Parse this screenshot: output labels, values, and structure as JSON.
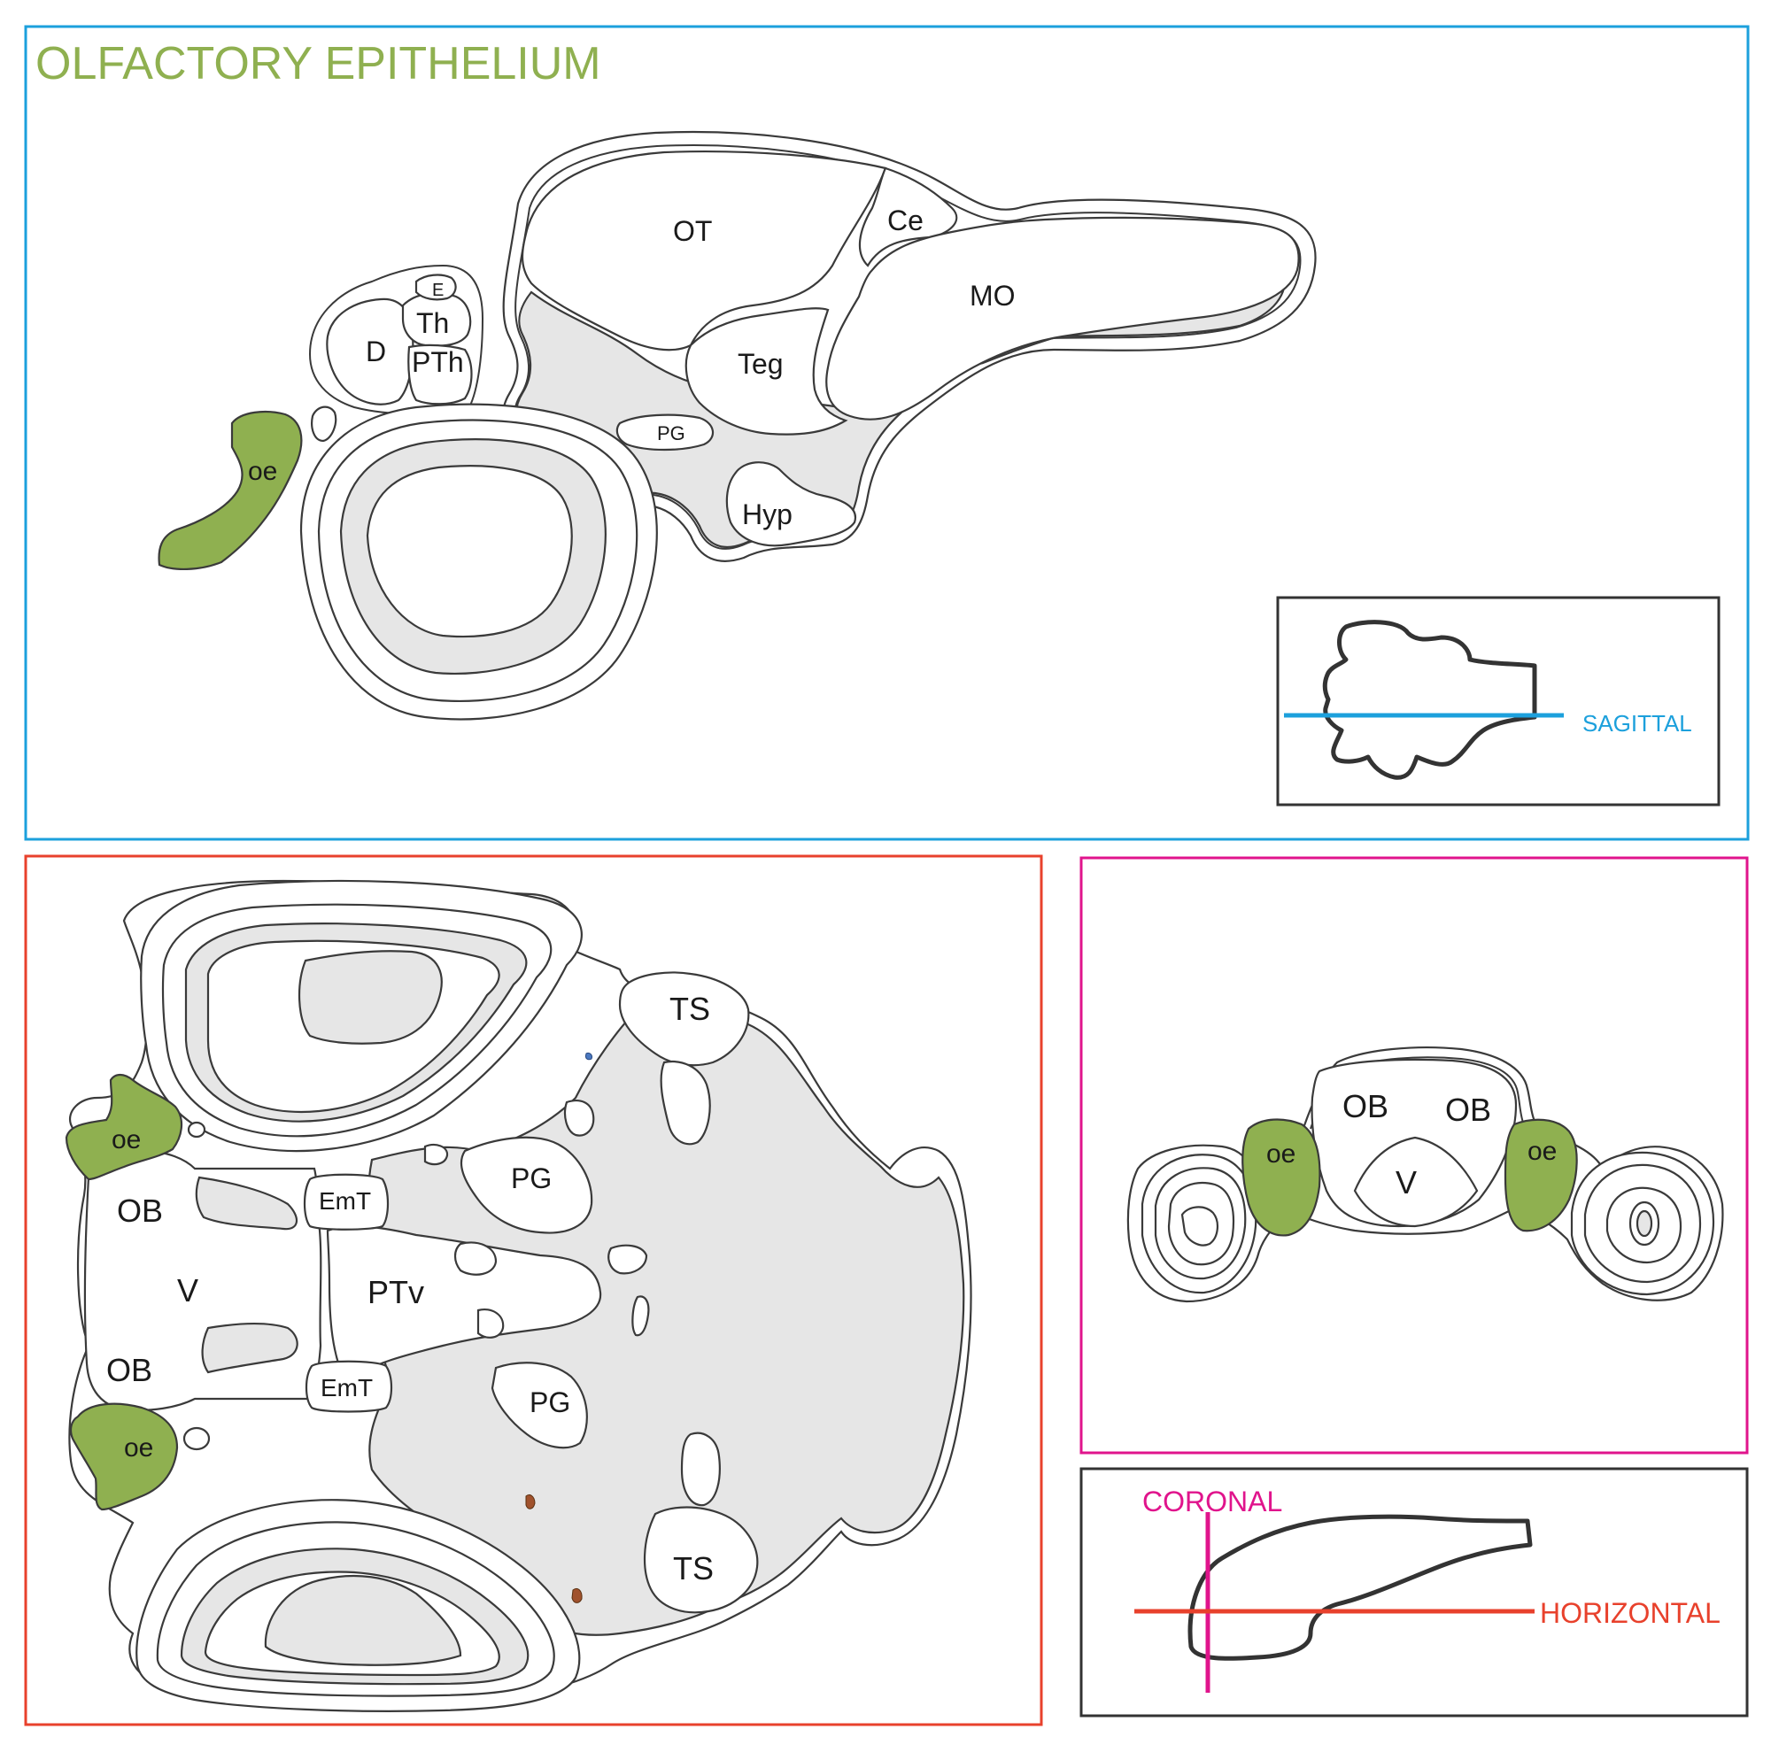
{
  "title": "OLFACTORY EPITHELIUM",
  "colors": {
    "title": "#8fb050",
    "highlight": "#8fb050",
    "sagittal": "#1ca0dc",
    "horizontal": "#e8412c",
    "coronal": "#e0148c",
    "tissue": "#e6e6e6",
    "outline": "#3a3a3a"
  },
  "sagittal_panel": {
    "labels": {
      "ot": "OT",
      "ce": "Ce",
      "mo": "MO",
      "e": "E",
      "th": "Th",
      "d": "D",
      "pth": "PTh",
      "teg": "Teg",
      "pg": "PG",
      "hyp": "Hyp",
      "oe": "oe"
    },
    "key_label": "SAGITTAL"
  },
  "horizontal_panel": {
    "labels": {
      "ts_top": "TS",
      "ts_bottom": "TS",
      "oe_top": "oe",
      "oe_bottom": "oe",
      "pg_top": "PG",
      "pg_bottom": "PG",
      "emt_top": "EmT",
      "emt_bottom": "EmT",
      "ob_top": "OB",
      "ob_bottom": "OB",
      "v": "V",
      "ptv": "PTv"
    }
  },
  "coronal_panel": {
    "labels": {
      "ob_left": "OB",
      "ob_right": "OB",
      "v": "V",
      "oe_left": "oe",
      "oe_right": "oe"
    }
  },
  "key_panel": {
    "coronal_label": "CORONAL",
    "horizontal_label": "HORIZONTAL"
  }
}
